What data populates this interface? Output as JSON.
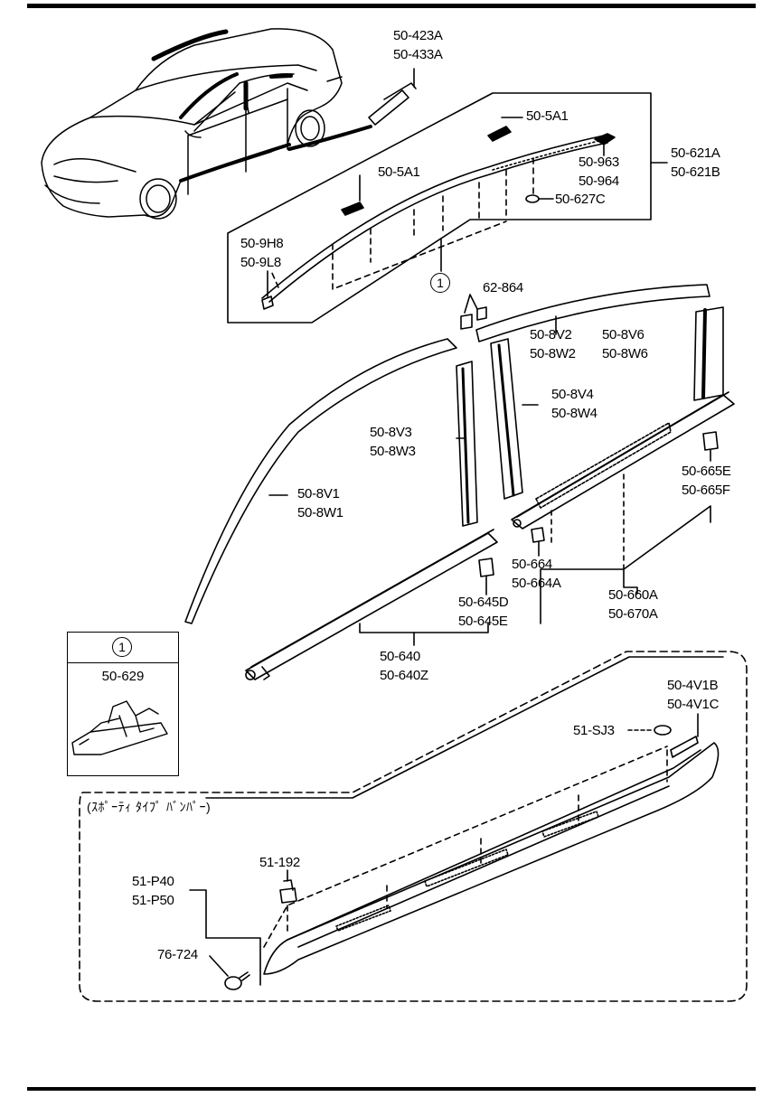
{
  "diagram": {
    "callouts": [
      {
        "id": "roof-molding-clip",
        "lines": [
          "50-423A",
          "50-433A"
        ]
      },
      {
        "id": "roof-molding-assy",
        "lines": [
          "50-621A",
          "50-621B"
        ]
      },
      {
        "id": "roof-fastener-upper",
        "lines": [
          "50-5A1"
        ]
      },
      {
        "id": "roof-fastener-lower",
        "lines": [
          "50-5A1"
        ]
      },
      {
        "id": "roof-end-cap-front",
        "lines": [
          "50-963",
          "50-964"
        ]
      },
      {
        "id": "roof-clip",
        "lines": [
          "50-627C"
        ]
      },
      {
        "id": "roof-end-cap-rear",
        "lines": [
          "50-9H8",
          "50-9L8"
        ]
      },
      {
        "id": "tape",
        "lines": [
          "62-864"
        ]
      },
      {
        "id": "door-sash-upper",
        "lines": [
          "50-8V2",
          "50-8W2"
        ]
      },
      {
        "id": "rear-quarter-garnish",
        "lines": [
          "50-8V6",
          "50-8W6"
        ]
      },
      {
        "id": "rear-pillar-garnish",
        "lines": [
          "50-8V4",
          "50-8W4"
        ]
      },
      {
        "id": "front-pillar-garnish",
        "lines": [
          "50-8V3",
          "50-8W3"
        ]
      },
      {
        "id": "front-door-sash",
        "lines": [
          "50-8V1",
          "50-8W1"
        ]
      },
      {
        "id": "rear-belt-clip",
        "lines": [
          "50-665E",
          "50-665F"
        ]
      },
      {
        "id": "front-belt-clip-rear",
        "lines": [
          "50-664",
          "50-664A"
        ]
      },
      {
        "id": "rear-belt-molding",
        "lines": [
          "50-660A",
          "50-670A"
        ]
      },
      {
        "id": "front-belt-clip",
        "lines": [
          "50-645D",
          "50-645E"
        ]
      },
      {
        "id": "front-belt-molding",
        "lines": [
          "50-640",
          "50-640Z"
        ]
      },
      {
        "id": "side-skirt-end",
        "lines": [
          "50-4V1B",
          "50-4V1C"
        ]
      },
      {
        "id": "side-skirt-clip",
        "lines": [
          "51-SJ3"
        ]
      },
      {
        "id": "side-skirt-fastener",
        "lines": [
          "51-192"
        ]
      },
      {
        "id": "side-skirt",
        "lines": [
          "51-P40",
          "51-P50"
        ]
      },
      {
        "id": "side-skirt-screw",
        "lines": [
          "76-724"
        ]
      }
    ],
    "reference_marker": "1",
    "inset": {
      "marker": "1",
      "part_number": "50-629"
    },
    "sporty_bumper_note": "(ｽﾎﾟｰﾃｨ ﾀｲﾌﾟ ﾊﾞﾝﾊﾟｰ)"
  }
}
